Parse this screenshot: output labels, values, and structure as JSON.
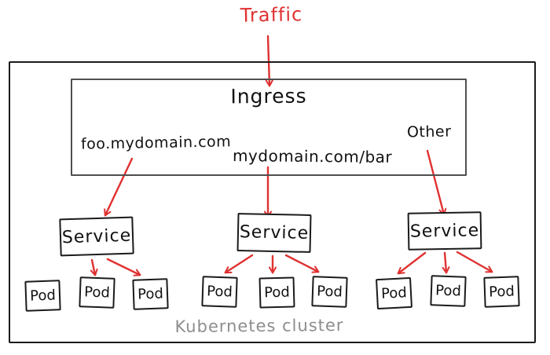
{
  "diagram": {
    "traffic_label": "Traffic",
    "cluster_label": "Kubernetes cluster",
    "ingress": {
      "title": "Ingress",
      "rules": [
        {
          "label": "foo.mydomain.com"
        },
        {
          "label": "mydomain.com/bar"
        },
        {
          "label": "Other"
        }
      ]
    },
    "services": [
      {
        "label": "Service",
        "pods": [
          "Pod",
          "Pod",
          "Pod"
        ],
        "connected_pods": [
          2,
          3
        ]
      },
      {
        "label": "Service",
        "pods": [
          "Pod",
          "Pod",
          "Pod"
        ],
        "connected_pods": [
          1,
          2,
          3
        ]
      },
      {
        "label": "Service",
        "pods": [
          "Pod",
          "Pod",
          "Pod"
        ],
        "connected_pods": [
          1,
          2,
          3
        ]
      }
    ],
    "colors": {
      "arrow_red": "#e03131",
      "box_border_black": "#1b1b1b",
      "ingress_border_gray": "#4f4f4f",
      "cluster_label_gray": "#8d8d8d",
      "background": "#ffffff"
    }
  }
}
